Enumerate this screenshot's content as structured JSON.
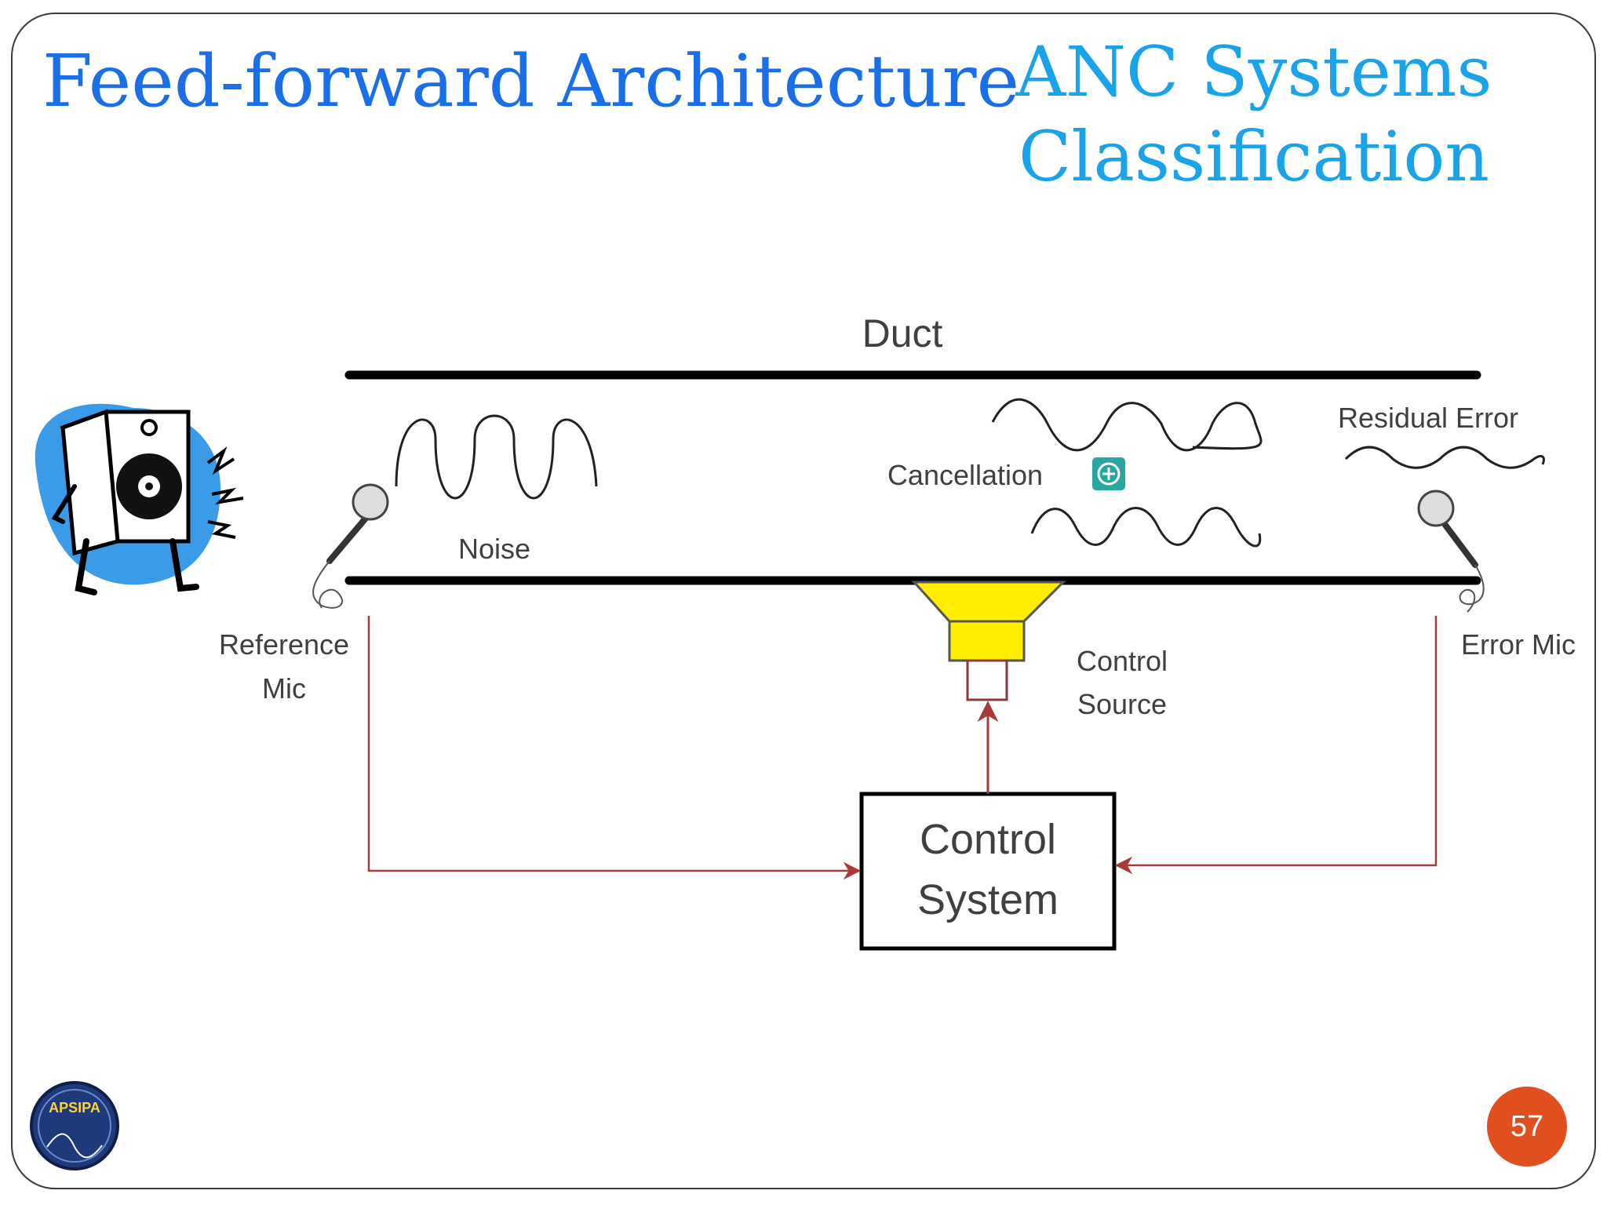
{
  "slide": {
    "title": "Feed-forward Architecture",
    "section_title_line1": "ANC Systems",
    "section_title_line2": "Classification",
    "page_number": "57"
  },
  "diagram": {
    "duct_label": "Duct",
    "noise_label": "Noise",
    "cancellation_label": "Cancellation",
    "residual_error_label": "Residual Error",
    "reference_mic_line1": "Reference",
    "reference_mic_line2": "Mic",
    "error_mic_label": "Error Mic",
    "control_source_line1": "Control",
    "control_source_line2": "Source",
    "control_system_line1": "Control",
    "control_system_line2": "System",
    "logo_text": "APSIPA"
  },
  "colors": {
    "title": "#1a6fe8",
    "section_title": "#1aa3e8",
    "arrow": "#a83a3a",
    "speaker_cone": "#ffee00",
    "page_badge": "#e0501e"
  }
}
